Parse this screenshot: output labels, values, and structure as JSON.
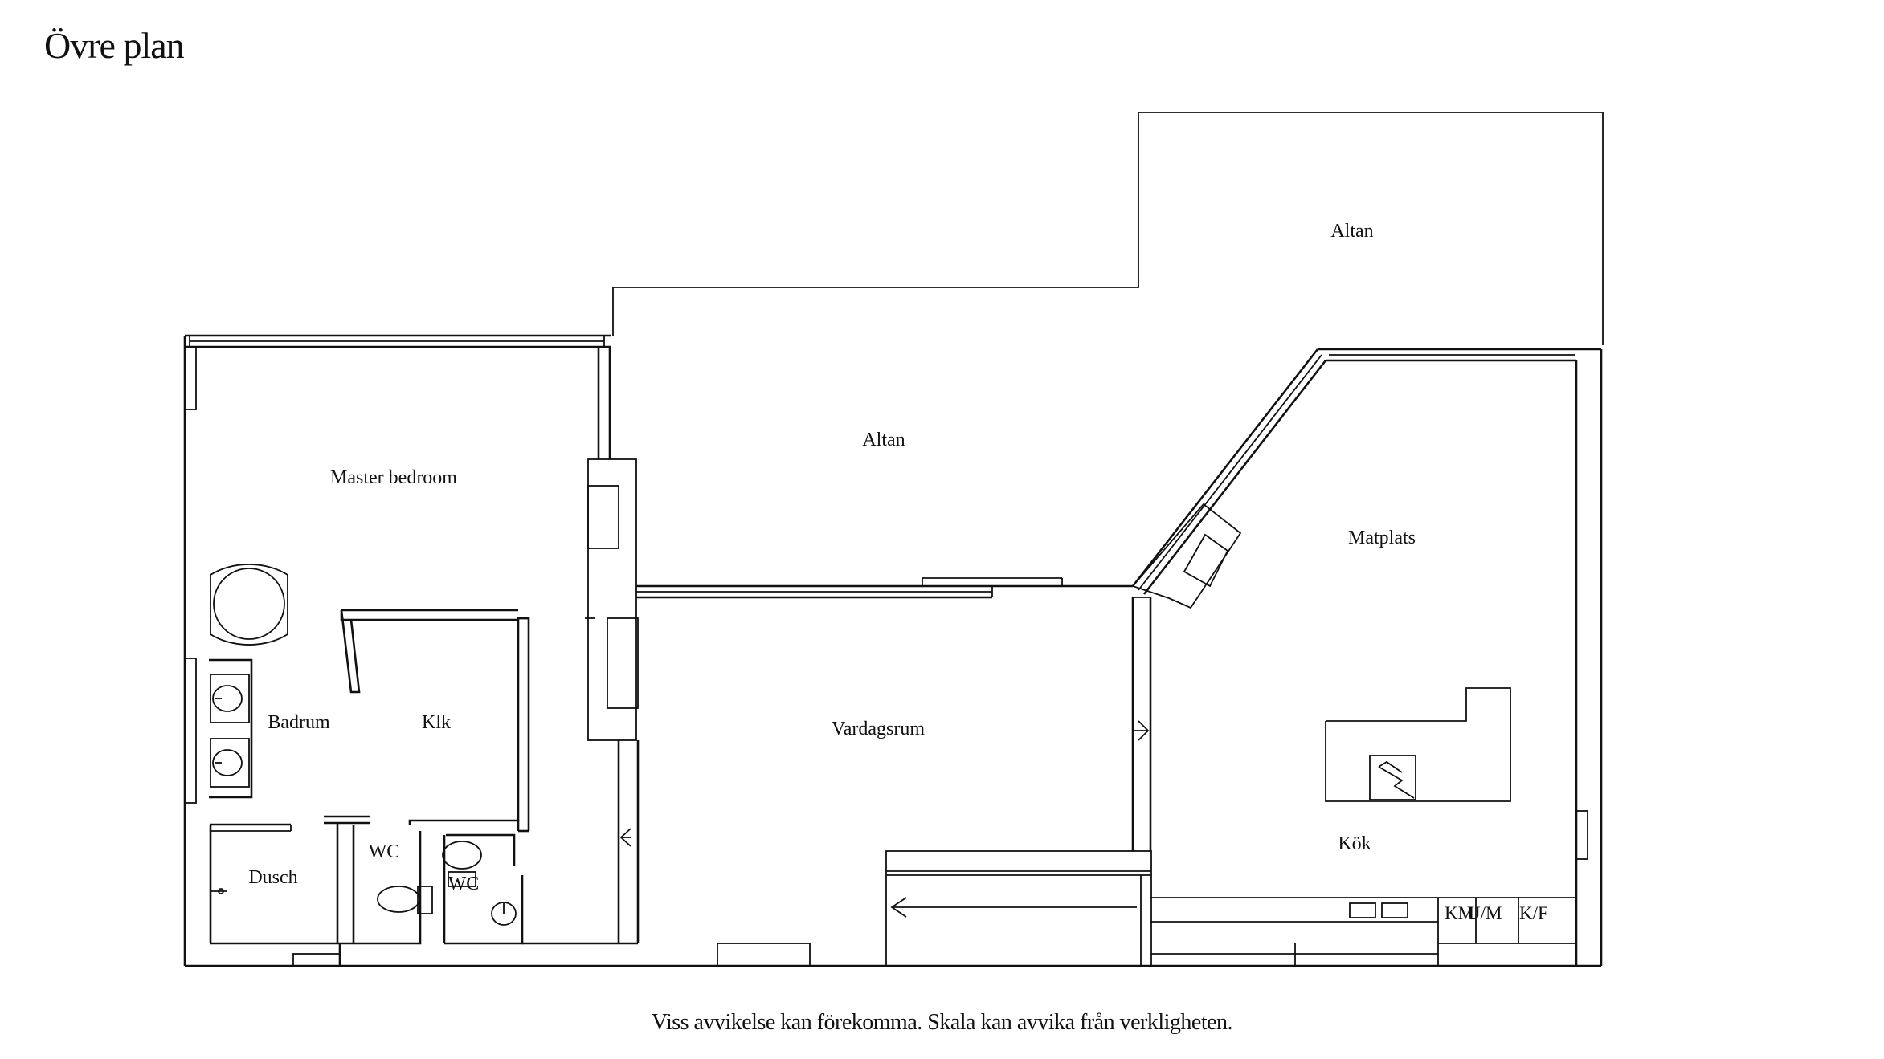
{
  "title": "Övre plan",
  "disclaimer": "Viss avvikelse kan förekomma. Skala kan avvika från verkligheten.",
  "rooms": {
    "altan_upper": "Altan",
    "altan_lower": "Altan",
    "master_bedroom": "Master bedroom",
    "matplats": "Matplats",
    "badrum": "Badrum",
    "klk": "Klk",
    "vardagsrum": "Vardagsrum",
    "wc_1": "WC",
    "wc_2": "WC",
    "dusch": "Dusch",
    "kok": "Kök"
  },
  "appliances": {
    "km": "KM",
    "um": "U/M",
    "kf": "K/F"
  }
}
